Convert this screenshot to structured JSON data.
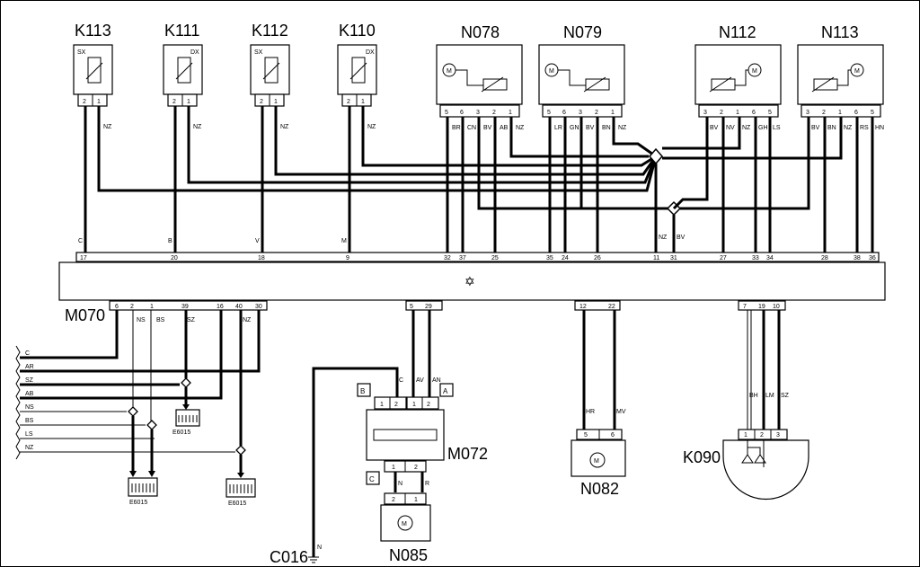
{
  "components": {
    "K113": {
      "label": "K113",
      "side": "SX",
      "pins": [
        "2",
        "1"
      ],
      "wire": "NZ"
    },
    "K111": {
      "label": "K111",
      "side": "DX",
      "pins": [
        "2",
        "1"
      ],
      "wire": "NZ"
    },
    "K112": {
      "label": "K112",
      "side": "SX",
      "pins": [
        "2",
        "1"
      ],
      "wire": "NZ"
    },
    "K110": {
      "label": "K110",
      "side": "DX",
      "pins": [
        "2",
        "1"
      ],
      "wire": "NZ"
    },
    "N078": {
      "label": "N078",
      "pins": [
        "5",
        "6",
        "3",
        "2",
        "1"
      ],
      "wires": [
        "BR",
        "CN",
        "BV",
        "AB",
        "NZ"
      ]
    },
    "N079": {
      "label": "N079",
      "pins": [
        "5",
        "6",
        "3",
        "2",
        "1"
      ],
      "wires": [
        "LR",
        "GN",
        "BV",
        "BN",
        "NZ"
      ]
    },
    "N112": {
      "label": "N112",
      "pins": [
        "3",
        "2",
        "1",
        "6",
        "5"
      ],
      "wires": [
        "BV",
        "NV",
        "NZ",
        "GH",
        "LS"
      ]
    },
    "N113": {
      "label": "N113",
      "pins": [
        "3",
        "2",
        "1",
        "6",
        "5"
      ],
      "wires": [
        "BV",
        "BN",
        "NZ",
        "RS",
        "HN"
      ]
    },
    "M070": {
      "label": "M070",
      "symbol": "✡"
    },
    "M072": {
      "label": "M072"
    },
    "N082": {
      "label": "N082",
      "pins": [
        "5",
        "6"
      ],
      "wires": [
        "HR",
        "MV"
      ]
    },
    "N085": {
      "label": "N085",
      "pins": [
        "2",
        "1"
      ]
    },
    "K090": {
      "label": "K090",
      "pins": [
        "1",
        "2",
        "3"
      ],
      "wires": [
        "BH",
        "LM",
        "SZ"
      ]
    },
    "C016": {
      "label": "C016",
      "wire": "N"
    }
  },
  "m070_top_pins": [
    {
      "pin": "17",
      "wire": "C"
    },
    {
      "pin": "20",
      "wire": "B"
    },
    {
      "pin": "18",
      "wire": "V"
    },
    {
      "pin": "9",
      "wire": "M"
    },
    {
      "pin": "32"
    },
    {
      "pin": "37"
    },
    {
      "pin": "25"
    },
    {
      "pin": "35"
    },
    {
      "pin": "24"
    },
    {
      "pin": "26"
    },
    {
      "pin": "11",
      "wire": "NZ"
    },
    {
      "pin": "31",
      "wire": "BV"
    },
    {
      "pin": "27"
    },
    {
      "pin": "33"
    },
    {
      "pin": "34"
    },
    {
      "pin": "28"
    },
    {
      "pin": "38"
    },
    {
      "pin": "36"
    }
  ],
  "m070_bottom_pins": [
    {
      "pin": "6"
    },
    {
      "pin": "2",
      "wire": "NS"
    },
    {
      "pin": "1",
      "wire": "BS"
    },
    {
      "pin": "39",
      "wire": "SZ"
    },
    {
      "pin": "16"
    },
    {
      "pin": "40",
      "wire": "NZ"
    },
    {
      "pin": "30"
    },
    {
      "pin": "5"
    },
    {
      "pin": "29"
    },
    {
      "pin": "12"
    },
    {
      "pin": "22"
    },
    {
      "pin": "7"
    },
    {
      "pin": "19"
    },
    {
      "pin": "10"
    }
  ],
  "left_wires": [
    "C",
    "AR",
    "SZ",
    "AB",
    "NS",
    "BS",
    "LS",
    "NZ"
  ],
  "heaters": [
    "E6015",
    "E6015",
    "E6015"
  ],
  "m072": {
    "conn_b": "B",
    "conn_a": "A",
    "conn_c": "C",
    "top_pins": [
      "1",
      "2",
      "1",
      "2"
    ],
    "top_wires": [
      "C",
      "AV",
      "AN"
    ],
    "bottom_pins": [
      "1",
      "2"
    ],
    "bottom_wires": [
      "N",
      "R"
    ]
  }
}
